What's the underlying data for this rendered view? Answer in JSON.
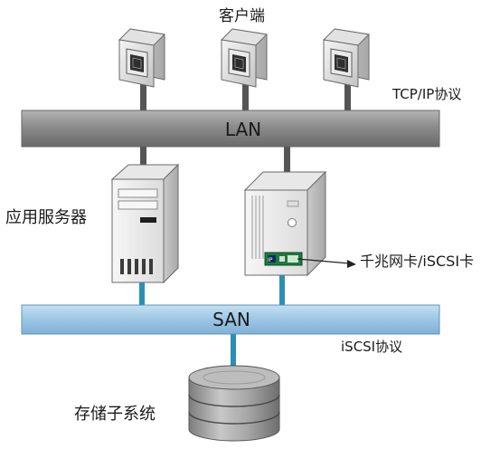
{
  "labels": {
    "clients": "客户端",
    "tcp_protocol": "TCP/IP协议",
    "lan": "LAN",
    "app_server": "应用服务器",
    "nic": "千兆网卡/iSCSI卡",
    "san": "SAN",
    "iscsi_protocol": "iSCSI协议",
    "storage": "存储子系统"
  },
  "colors": {
    "lan_bar": "#8c8c8c",
    "san_bar": "#9cc6e4",
    "lan_connector": "#555555",
    "san_connector": "#2c8fb4",
    "device_body": "#ececec",
    "disk": "#9a9a9a"
  },
  "nodes": [
    {
      "name": "client-icon",
      "icon": "monitor-icon"
    },
    {
      "name": "client-icon",
      "icon": "monitor-icon"
    },
    {
      "name": "client-icon",
      "icon": "monitor-icon"
    },
    {
      "name": "app-server-icon",
      "icon": "server-tower-icon"
    },
    {
      "name": "iscsi-server-icon",
      "icon": "server-tower-icon"
    },
    {
      "name": "storage-icon",
      "icon": "disk-stack-icon"
    }
  ]
}
